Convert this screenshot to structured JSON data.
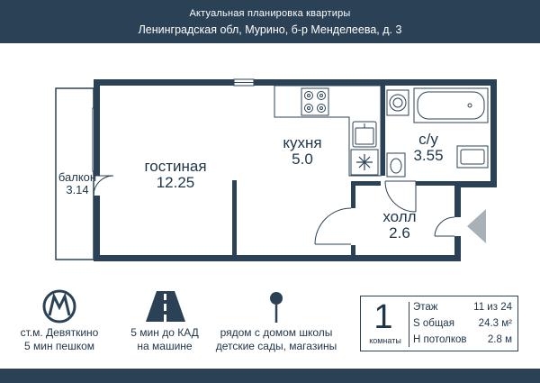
{
  "header": {
    "title": "Актуальная планировка квартиры",
    "address": "Ленинградская обл, Мурино, б-р Менделеева, д. 3"
  },
  "rooms": {
    "balcony": {
      "name": "балкон",
      "area": "3.14"
    },
    "living": {
      "name": "гостиная",
      "area": "12.25"
    },
    "kitchen": {
      "name": "кухня",
      "area": "5.0"
    },
    "bathroom": {
      "name": "с/у",
      "area": "3.55"
    },
    "hall": {
      "name": "холл",
      "area": "2.6"
    }
  },
  "features": {
    "metro": {
      "line1": "ст.м. Девяткино",
      "line2": "5 мин пешком",
      "icon": "metro-icon"
    },
    "road": {
      "line1": "5 мин до КАД",
      "line2": "на машине",
      "icon": "road-icon"
    },
    "school": {
      "line1": "рядом с домом школы",
      "line2": "детские сады, магазины",
      "icon": "location-pin-icon"
    }
  },
  "info": {
    "rooms_count": "1",
    "rooms_label": "комнаты",
    "floor_label": "Этаж",
    "floor_value": "11 из 24",
    "area_label": "S общая",
    "area_value": "24.3 м²",
    "ceiling_label": "Н потолков",
    "ceiling_value": "2.8 м"
  },
  "colors": {
    "primary": "#2b4256",
    "wall": "#2b4256",
    "text": "#1e3447",
    "entrance_arrow": "#a8b0b8"
  }
}
